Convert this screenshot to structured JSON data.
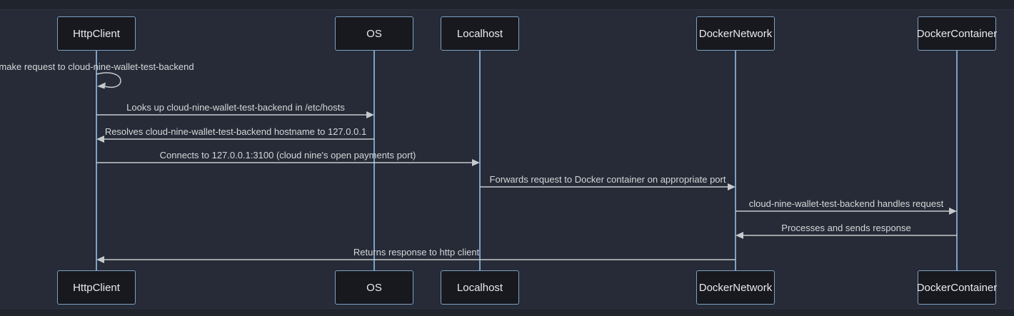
{
  "diagram_type": "sequence",
  "theme": {
    "page_bg": "#20242d",
    "diagram_bg": "#262b37",
    "actor_fill": "#17191f",
    "actor_border": "#7f9fc2",
    "actor_text": "#e8eaed",
    "lifeline_color": "#7ba1c7",
    "message_line": "#c6c9cd",
    "message_text": "#d5d7d9"
  },
  "actors": [
    {
      "id": "HttpClient",
      "label": "HttpClient"
    },
    {
      "id": "OS",
      "label": "OS"
    },
    {
      "id": "Localhost",
      "label": "Localhost"
    },
    {
      "id": "DockerNetwork",
      "label": "DockerNetwork"
    },
    {
      "id": "DockerContainer",
      "label": "DockerContainer"
    }
  ],
  "messages": [
    {
      "from": "HttpClient",
      "to": "HttpClient",
      "type": "self",
      "text": "make request to cloud-nine-wallet-test-backend"
    },
    {
      "from": "HttpClient",
      "to": "OS",
      "type": "solid",
      "text": "Looks up cloud-nine-wallet-test-backend in /etc/hosts"
    },
    {
      "from": "OS",
      "to": "HttpClient",
      "type": "solid",
      "text": "Resolves cloud-nine-wallet-test-backend hostname to 127.0.0.1"
    },
    {
      "from": "HttpClient",
      "to": "Localhost",
      "type": "solid",
      "text": "Connects to 127.0.0.1:3100 (cloud nine's open payments port)"
    },
    {
      "from": "Localhost",
      "to": "DockerNetwork",
      "type": "solid",
      "text": "Forwards request to Docker container on appropriate port"
    },
    {
      "from": "DockerNetwork",
      "to": "DockerContainer",
      "type": "solid",
      "text": "cloud-nine-wallet-test-backend handles request"
    },
    {
      "from": "DockerContainer",
      "to": "DockerNetwork",
      "type": "solid",
      "text": "Processes and sends response"
    },
    {
      "from": "DockerNetwork",
      "to": "HttpClient",
      "type": "solid",
      "text": "Returns response to http client"
    }
  ]
}
